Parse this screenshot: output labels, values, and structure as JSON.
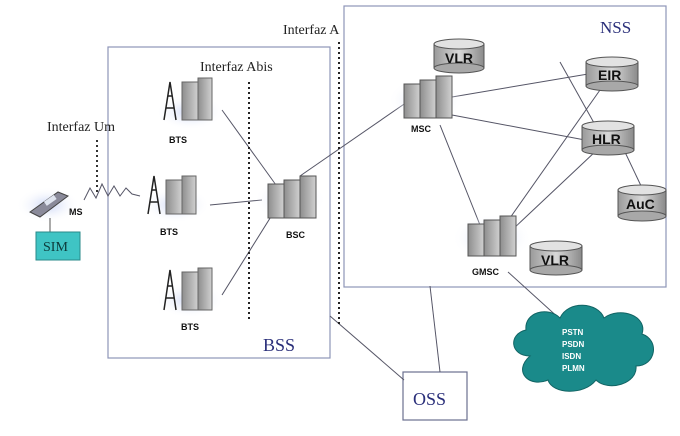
{
  "regions": {
    "nss": "NSS",
    "bss": "BSS",
    "oss": "OSS"
  },
  "interfaces": {
    "um": "Interfaz Um",
    "abis": "Interfaz Abis",
    "a": "Interfaz A"
  },
  "mobile": {
    "ms": "MS",
    "sim": "SIM"
  },
  "bts": [
    "BTS",
    "BTS",
    "BTS"
  ],
  "bsc": "BSC",
  "msc": "MSC",
  "gmsc": "GMSC",
  "databases": {
    "vlr_top": "VLR",
    "eir": "EIR",
    "hlr": "HLR",
    "auc": "AuC",
    "vlr_bottom": "VLR"
  },
  "external_networks": [
    "PSTN",
    "PSDN",
    "ISDN",
    "PLMN"
  ],
  "colors": {
    "db_fill": "#c8c8c8",
    "sim_fill": "#3fc4c4",
    "cloud_fill": "#1a8a8a",
    "region_border": "#8e95b8",
    "line": "#555566"
  }
}
